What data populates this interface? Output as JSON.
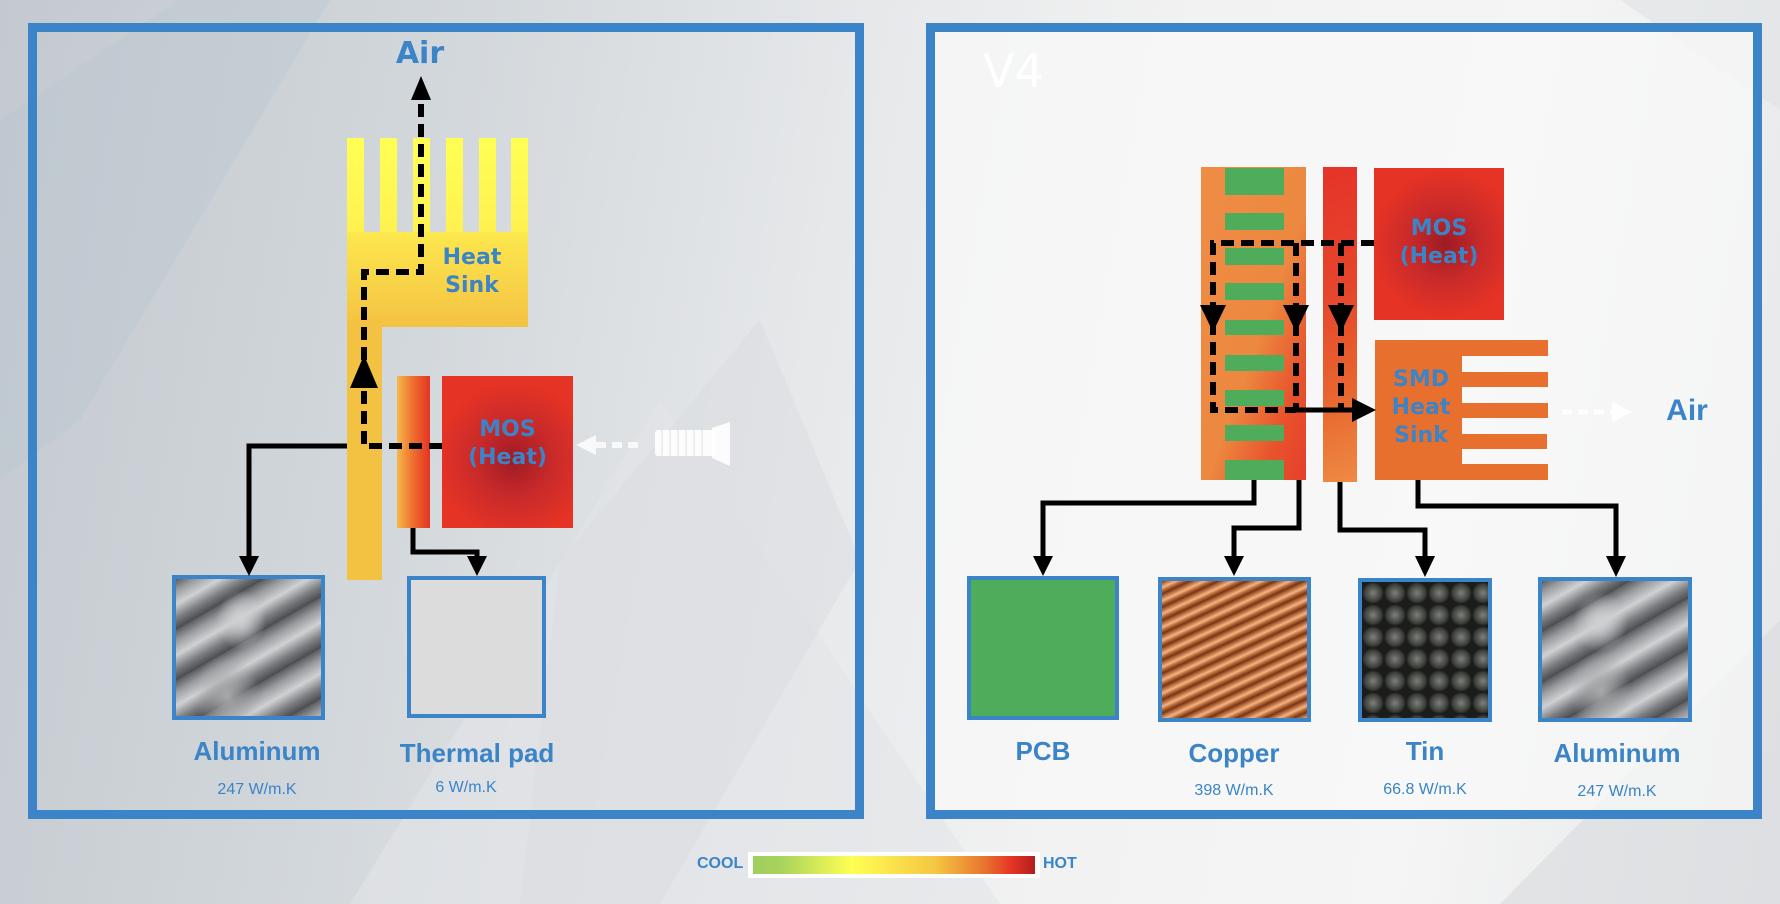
{
  "left_panel": {
    "air_label": "Air",
    "heat_sink_label_line1": "Heat",
    "heat_sink_label_line2": "Sink",
    "mos_label_line1": "MOS",
    "mos_label_line2": "(Heat)",
    "icons": [
      "screw-icon",
      "airflow-arrow-icon"
    ],
    "materials": [
      {
        "name": "Aluminum",
        "conductivity": "247 W/m.K",
        "swatch": "aluminum-photo"
      },
      {
        "name": "Thermal pad",
        "conductivity": "6 W/m.K",
        "swatch": "#dcdcdc"
      }
    ]
  },
  "right_panel": {
    "version_label": "V4",
    "air_label": "Air",
    "mos_label_line1": "MOS",
    "mos_label_line2": "(Heat)",
    "smd_label_line1": "SMD",
    "smd_label_line2": "Heat",
    "smd_label_line3": "Sink",
    "materials": [
      {
        "name": "PCB",
        "conductivity": "",
        "swatch": "#4fac5a"
      },
      {
        "name": "Copper",
        "conductivity": "398 W/m.K",
        "swatch": "copper-photo"
      },
      {
        "name": "Tin",
        "conductivity": "66.8 W/m.K",
        "swatch": "tin-photo"
      },
      {
        "name": "Aluminum",
        "conductivity": "247 W/m.K",
        "swatch": "aluminum-photo"
      }
    ]
  },
  "legend": {
    "cool_label": "COOL",
    "hot_label": "HOT",
    "gradient_colors": [
      "#9fcf5e",
      "#ffff55",
      "#f5c542",
      "#e8752e",
      "#e53325",
      "#b01e1e"
    ]
  },
  "colors": {
    "border_blue": "#3a84c7",
    "heat_sink_yellow": "#f4c242",
    "fin_yellow": "#ffff55",
    "mos_red": "#e53325",
    "smd_orange": "#e8702e",
    "pcb_green": "#4fac5a"
  }
}
